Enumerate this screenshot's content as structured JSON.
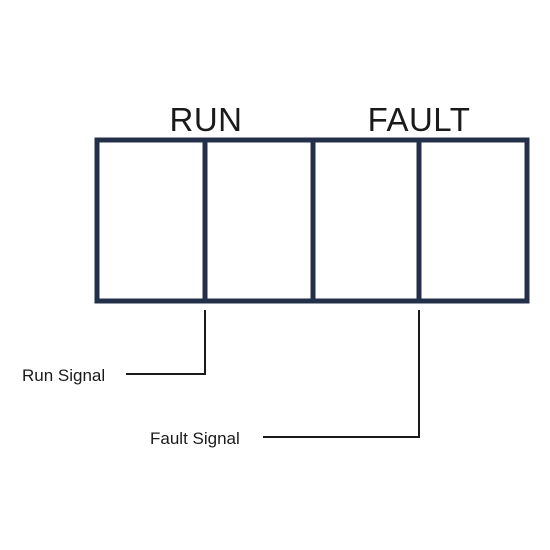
{
  "headers": {
    "run": "RUN",
    "fault": "FAULT"
  },
  "signals": {
    "run_signal": "Run Signal",
    "fault_signal": "Fault Signal"
  },
  "colors": {
    "frame": "#243049",
    "leader_line": "#1a1a1a",
    "text": "#1a1a1a"
  },
  "terminal_block": {
    "cell_count": 4
  }
}
